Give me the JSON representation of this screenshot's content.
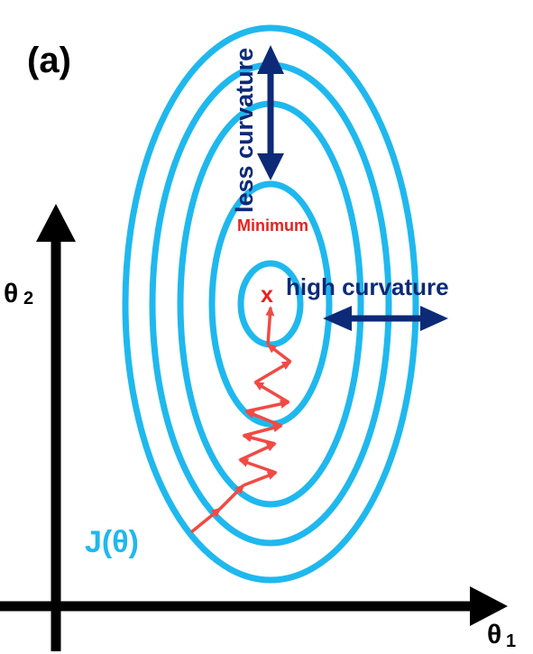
{
  "panel_label": "(a)",
  "axes": {
    "x_label_main": "θ",
    "x_label_sub": "1",
    "y_label_main": "θ",
    "y_label_sub": "2"
  },
  "annotations": {
    "less_curvature": "less curvature",
    "high_curvature": "high curvature",
    "minimum": "Minimum",
    "minimum_marker": "x",
    "cost_function": "J(θ)"
  },
  "colors": {
    "contour": "#1fb8ee",
    "arrow_dark": "#0c2a78",
    "path": "#f14a44",
    "minimum_text": "#e8211c",
    "axis": "#000000"
  },
  "contour_count": 5
}
